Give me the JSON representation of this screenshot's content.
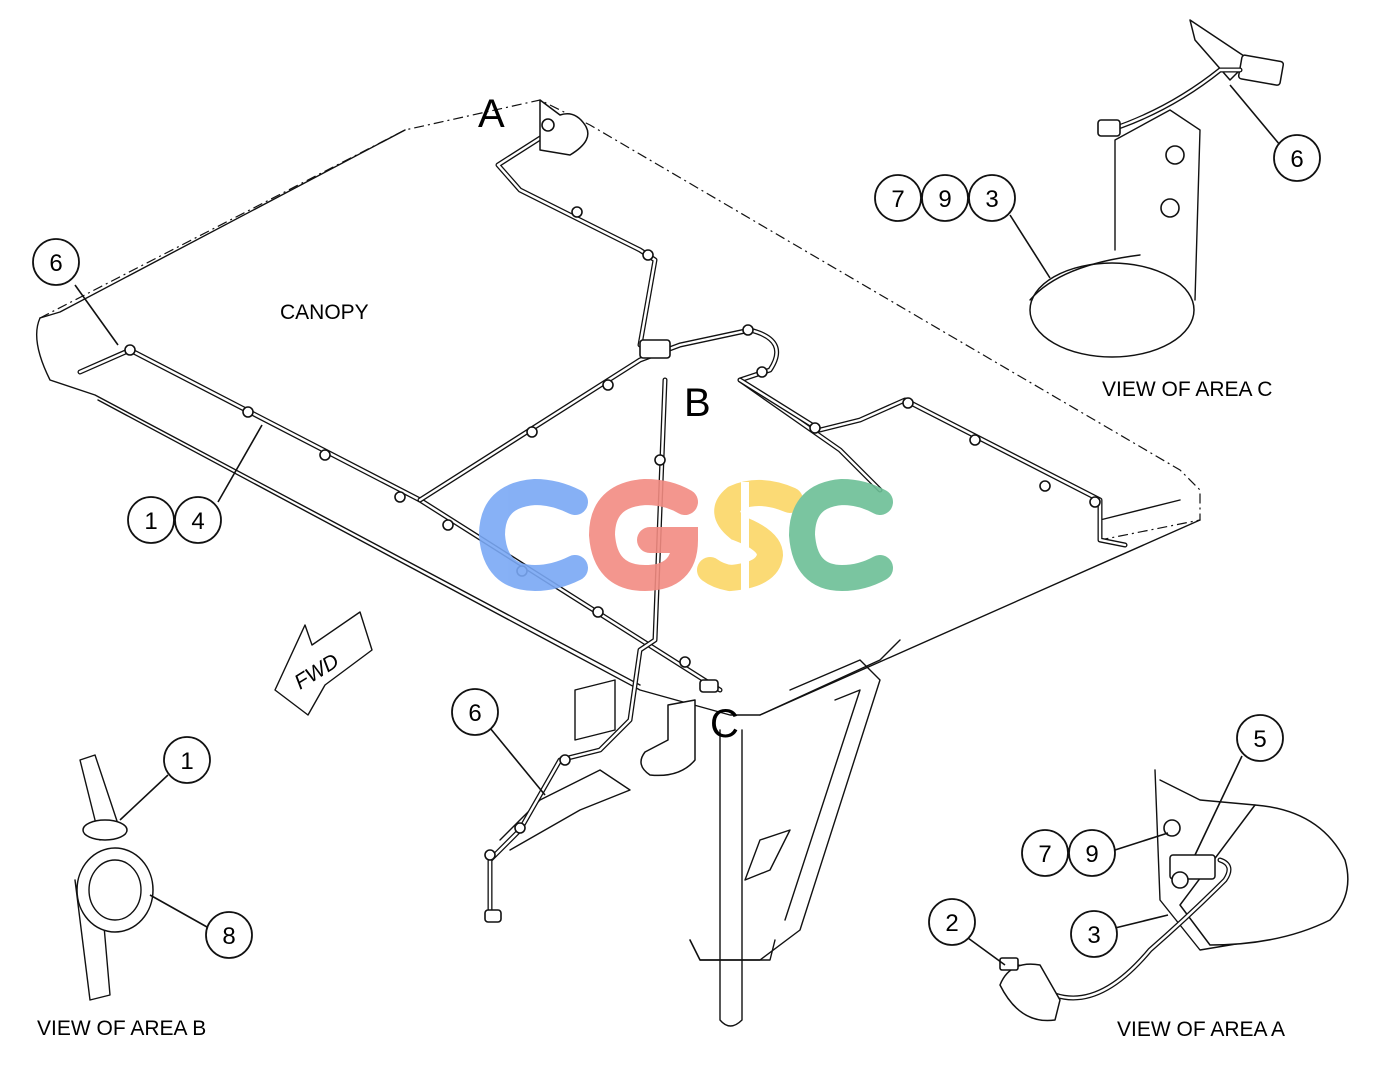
{
  "labels": {
    "canopy": "CANOPY",
    "fwd": "FWD",
    "area_a": "A",
    "area_b": "B",
    "area_c": "C",
    "view_a": "VIEW OF AREA A",
    "view_b": "VIEW OF AREA B",
    "view_c": "VIEW OF AREA C"
  },
  "callouts": {
    "main_left_6": "6",
    "main_left_1": "1",
    "main_left_4": "4",
    "main_bottom_6": "6",
    "c_7": "7",
    "c_9": "9",
    "c_3": "3",
    "c_6": "6",
    "b_1": "1",
    "b_8": "8",
    "a_5": "5",
    "a_7": "7",
    "a_9": "9",
    "a_3": "3",
    "a_2": "2"
  },
  "watermark": {
    "letters": [
      "C",
      "G",
      "S",
      "C"
    ],
    "colors": [
      "#7aa8f5",
      "#f28b82",
      "#fbd667",
      "#6cbf96"
    ]
  }
}
